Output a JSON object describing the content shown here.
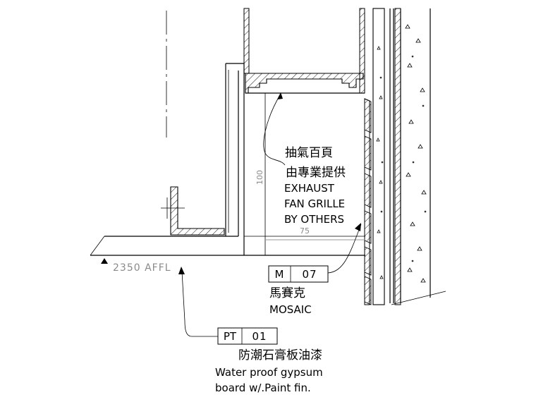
{
  "grille_note": {
    "line1": "抽氣百頁",
    "line2": "由專業提供",
    "line3": "EXHAUST",
    "line4": "FAN GRILLE",
    "line5": "BY OTHERS"
  },
  "dimensions": {
    "vertical": "100",
    "horizontal": "75"
  },
  "level": {
    "text": "2350 AFFL"
  },
  "mosaic_tag": {
    "code": "M",
    "number": "07",
    "label_cn": "馬賽克",
    "label_en": "MOSAIC"
  },
  "paint_tag": {
    "code": "PT",
    "number": "01",
    "label_cn": "防潮石膏板油漆",
    "label_en1": "Water proof gypsum",
    "label_en2": "board w/.Paint fin."
  }
}
